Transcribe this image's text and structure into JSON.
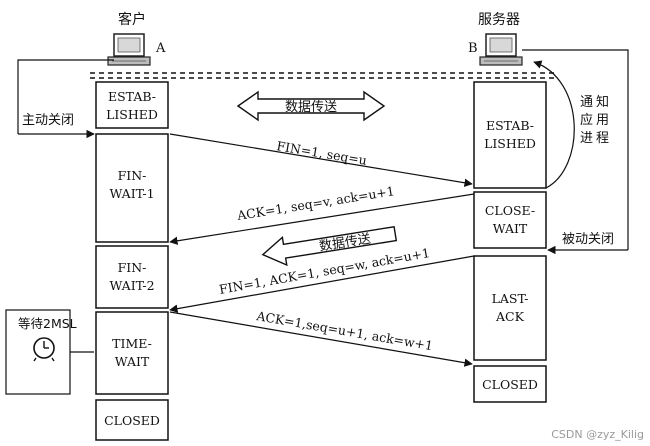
{
  "client": {
    "title": "客户",
    "tag": "A"
  },
  "server": {
    "title": "服务器",
    "tag": "B"
  },
  "client_states": {
    "established_1": "ESTAB-",
    "established_2": "LISHED",
    "fin_wait_1_1": "FIN-",
    "fin_wait_1_2": "WAIT-1",
    "fin_wait_2_1": "FIN-",
    "fin_wait_2_2": "WAIT-2",
    "time_wait_1": "TIME-",
    "time_wait_2": "WAIT",
    "closed": "CLOSED"
  },
  "server_states": {
    "established_1": "ESTAB-",
    "established_2": "LISHED",
    "close_wait_1": "CLOSE-",
    "close_wait_2": "WAIT",
    "last_ack_1": "LAST-",
    "last_ack_2": "ACK",
    "closed": "CLOSED"
  },
  "labels": {
    "active_close": "主动关闭",
    "passive_close": "被动关闭",
    "notify_1": "通",
    "notify_2": "知",
    "notify_3": "应",
    "notify_4": "用",
    "notify_5": "进",
    "notify_6": "程",
    "data_transfer_both": "数据传送",
    "data_transfer_one": "数据传送",
    "wait_2msl": "等待2MSL"
  },
  "messages": {
    "fin_1": "FIN=1, seq=u",
    "ack_1": "ACK=1, seq=v, ack=u+1",
    "fin_2": "FIN=1, ACK=1, seq=w, ack=u+1",
    "ack_2": "ACK=1,seq=u+1, ack=w+1"
  },
  "watermark": "CSDN @zyz_Kilig"
}
